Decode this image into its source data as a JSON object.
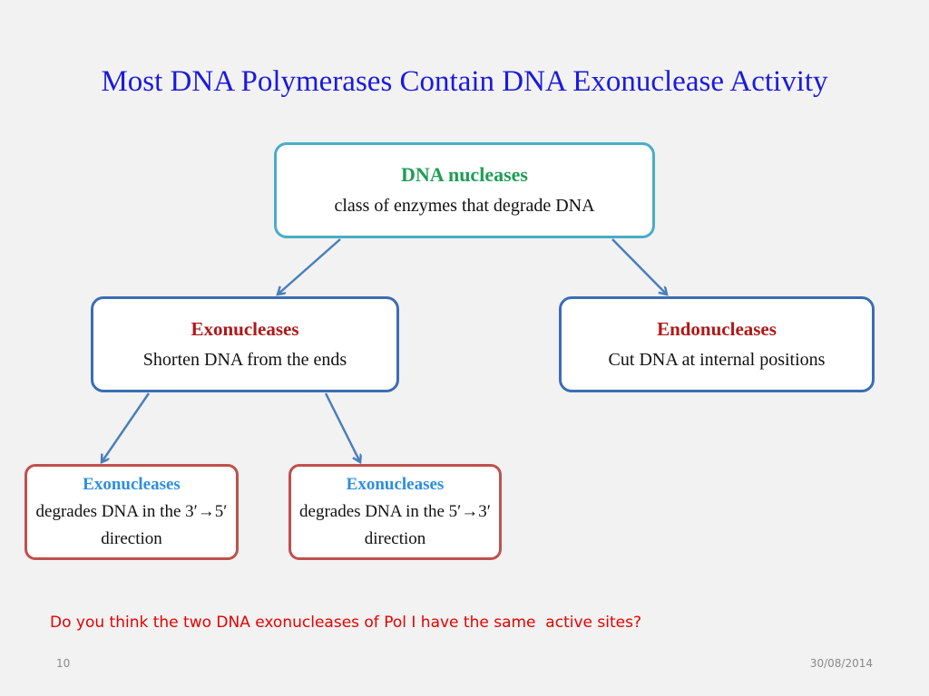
{
  "slide": {
    "title": "Most DNA Polymerases Contain DNA Exonuclease Activity",
    "question": "Do you think the two DNA exonucleases of Pol I have the same  active sites?",
    "slide_number": "10",
    "date": "30/08/2014"
  },
  "diagram": {
    "root": {
      "heading": "DNA nucleases",
      "description": "class of enzymes that degrade DNA"
    },
    "exonucleases": {
      "heading": "Exonucleases",
      "description": "Shorten DNA from the ends"
    },
    "endonucleases": {
      "heading": "Endonucleases",
      "description": "Cut DNA at internal positions"
    },
    "exo_3_to_5": {
      "heading": "Exonucleases",
      "description": "degrades DNA in the 3′→5′ direction"
    },
    "exo_5_to_3": {
      "heading": "Exonucleases",
      "description": "degrades DNA in the 5′→3′ direction"
    }
  },
  "colors": {
    "background": "#f2f2f2",
    "title": "#1a1adf",
    "root_border": "#4bacc6",
    "root_heading": "#1f9d55",
    "mid_border": "#3b6db5",
    "mid_heading": "#b01818",
    "leaf_border": "#c0504d",
    "leaf_heading": "#2e8ee0",
    "connector": "#4a7ebb",
    "question": "#e60000"
  }
}
